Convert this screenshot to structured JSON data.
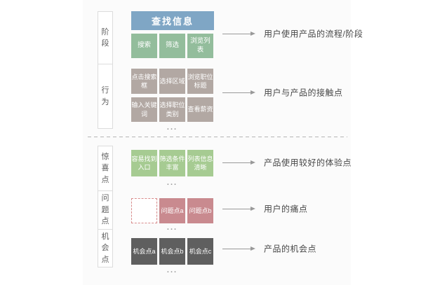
{
  "labels": {
    "stage": "阶段",
    "behavior": "行为",
    "surprise": "惊喜点",
    "problem": "问题点",
    "opportunity": "机会点"
  },
  "header": {
    "title": "查找信息"
  },
  "stage_row": [
    "搜索",
    "筛选",
    "浏览列表"
  ],
  "behavior_rows": [
    [
      "点击搜索框",
      "选择区域",
      "浏览职位标题"
    ],
    [
      "输入关键词",
      "选择职位类别",
      "查看薪资"
    ]
  ],
  "surprise_row": [
    "容易找到入口",
    "筛选条件丰富",
    "列表信息清晰"
  ],
  "problem_row": [
    "问题点a",
    "问题点b"
  ],
  "opportunity_row": [
    "机会点a",
    "机会点b",
    "机会点c"
  ],
  "annotations": [
    {
      "text": "用户使用产品的流程/阶段"
    },
    {
      "text": "用户与产品的接触点"
    },
    {
      "text": "产品使用较好的体验点"
    },
    {
      "text": "用户的痛点"
    },
    {
      "text": "产品的机会点"
    }
  ],
  "ellipsis": "...",
  "colors": {
    "header_blue": "#7fa6c5",
    "stage_green": "#93bd9c",
    "behavior_taupe": "#b2a8a3",
    "surprise_green": "#a6cb92",
    "problem_pink": "#c98a8f",
    "opportunity_gray": "#5f5f5f",
    "dashed_red": "#d98c8c",
    "arrow_gray": "#999999"
  }
}
